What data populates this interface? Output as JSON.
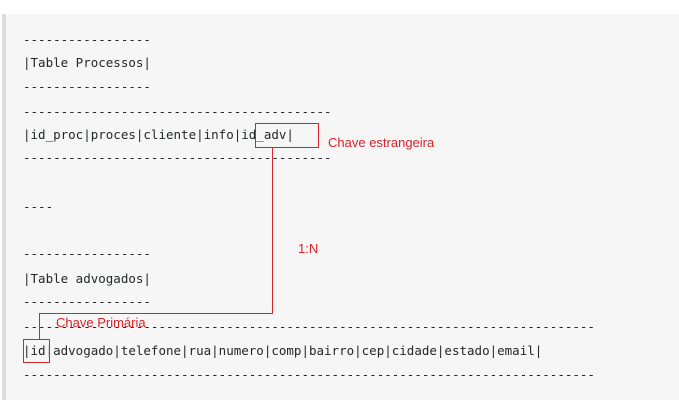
{
  "code_lines": [
    "-----------------",
    "|Table Processos|",
    "-----------------",
    "-----------------------------------------",
    "|id_proc|proces|cliente|info|id_adv|",
    "-----------------------------------------",
    "----",
    "-----------------",
    "|Table advogados|",
    "-----------------",
    "----------------------------------------------------------------------------",
    "|id|advogado|telefone|rua|numero|comp|bairro|cep|cidade|estado|email|",
    "----------------------------------------------------------------------------"
  ],
  "annotations": {
    "foreign_key_label": "Chave estrangeira",
    "relationship_label": "1:N",
    "primary_key_label": "Chave Primária"
  },
  "colors": {
    "annotation": "#d8232a",
    "code_background": "#f6f6f6",
    "code_border": "#dcdcdc",
    "code_text": "#242729"
  }
}
